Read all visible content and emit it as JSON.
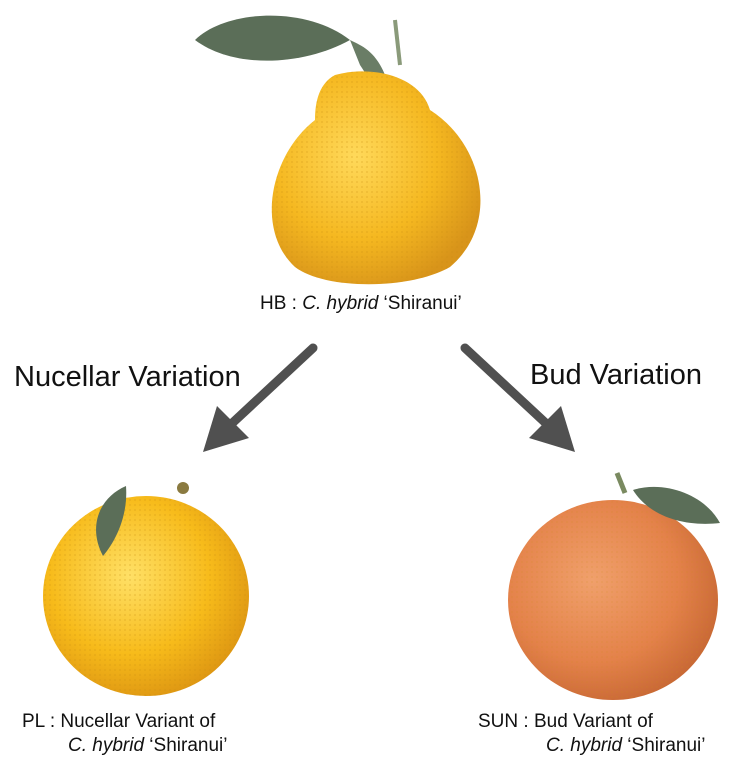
{
  "top": {
    "code": "HB",
    "separator": " : ",
    "genus": "C. hybrid",
    "cultivar": " ‘Shiranui’",
    "image": "hallabong-fruit-with-leaf"
  },
  "branches": {
    "left": "Nucellar Variation",
    "right": "Bud Variation"
  },
  "bottom_left": {
    "line1": "PL : Nucellar Variant of",
    "genus": "C. hybrid",
    "cultivar": " ‘Shiranui’",
    "image": "yellow-round-fruit-with-leaf"
  },
  "bottom_right": {
    "line1": "SUN : Bud Variant of",
    "genus": "C. hybrid",
    "cultivar": " ‘Shiranui’",
    "image": "orange-red-round-fruit-with-leaf"
  },
  "colors": {
    "arrow": "#505050",
    "top_fruit": "#f5b820",
    "left_fruit": "#f7bb1a",
    "right_fruit": "#e4824a",
    "leaf": "#5b6e58"
  }
}
